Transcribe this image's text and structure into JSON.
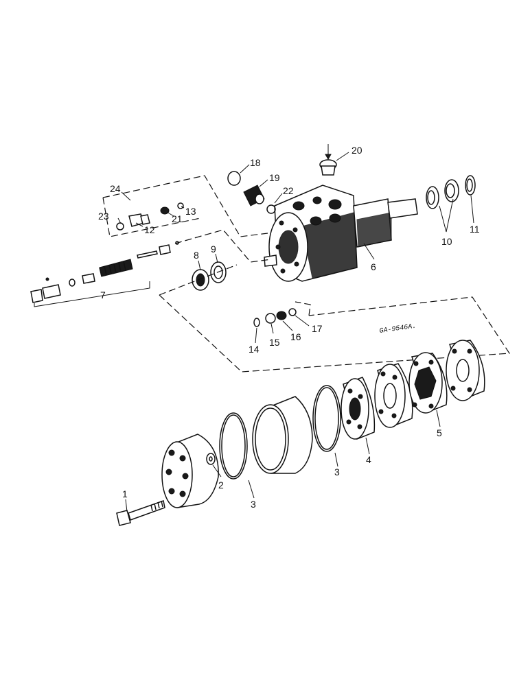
{
  "drawing": {
    "reference": "GA-9546A.",
    "callouts": [
      "1",
      "2",
      "3",
      "3",
      "4",
      "5",
      "6",
      "7",
      "8",
      "9",
      "10",
      "11",
      "12",
      "13",
      "14",
      "15",
      "16",
      "17",
      "18",
      "19",
      "20",
      "21",
      "22",
      "23",
      "24"
    ]
  }
}
